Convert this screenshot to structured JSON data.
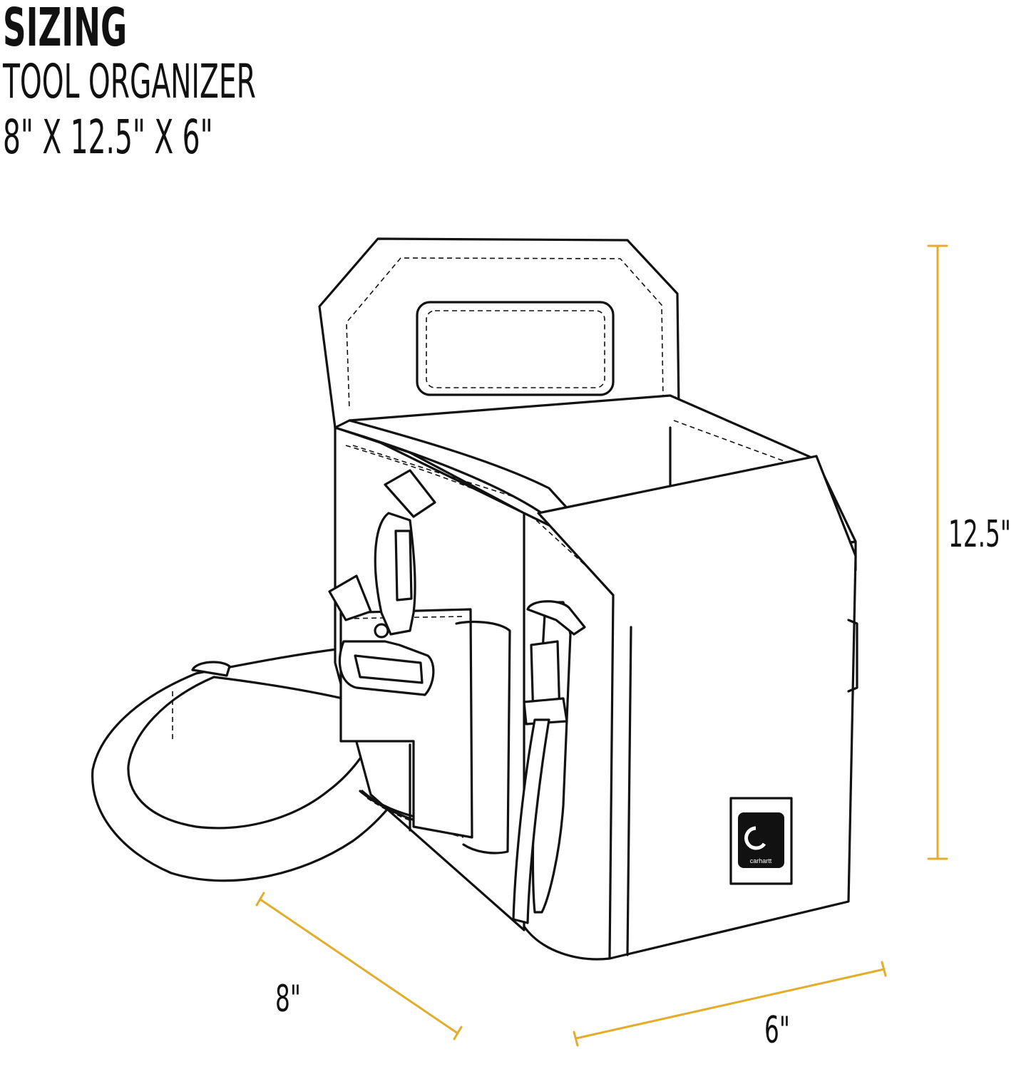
{
  "header": {
    "title": "SIZING",
    "product": "TOOL ORGANIZER",
    "dimensions": "8\" X 12.5\" X 6\""
  },
  "diagram": {
    "height_label": "12.5\"",
    "width_label": "8\"",
    "depth_label": "6\"",
    "accent_color": "#e3ad2b",
    "logo_text": "carhartt"
  }
}
